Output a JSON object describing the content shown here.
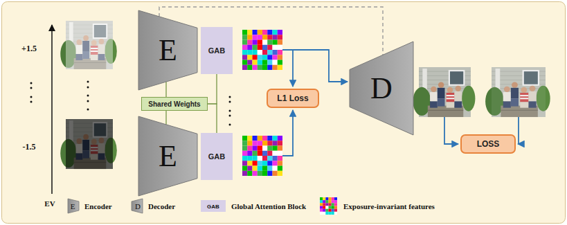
{
  "diagram": {
    "nodes": [
      {
        "text": [
          "E"
        ]
      },
      {
        "text": [
          "GAB"
        ]
      },
      {
        "text": [
          "Shared Weights"
        ]
      },
      {
        "text": [
          "E"
        ]
      },
      {
        "text": [
          "GAB"
        ]
      },
      {
        "text": [
          "L1 Loss"
        ]
      },
      {
        "text": [
          "D"
        ]
      },
      {
        "text": [
          "LOSS"
        ]
      }
    ],
    "edges": [
      {
        "from": 0,
        "to": 2,
        "arrow": "none"
      },
      {
        "from": 1,
        "to": 2,
        "arrow": "none"
      },
      {
        "from": 2,
        "to": 3,
        "arrow": "none"
      },
      {
        "from": 2,
        "to": 4,
        "arrow": "none"
      },
      {
        "from": 0,
        "to": 6,
        "arrow": "none"
      }
    ],
    "labels": [
      "+1.5",
      "-1.5",
      "EV",
      "E",
      "D",
      "GAB"
    ],
    "legend": [
      {
        "text": "Encoder"
      },
      {
        "text": "Decoder"
      },
      {
        "text": "Global Attention Block",
        "color": "#d8d0e8"
      },
      {
        "text": "Exposure-invariant features"
      }
    ]
  }
}
